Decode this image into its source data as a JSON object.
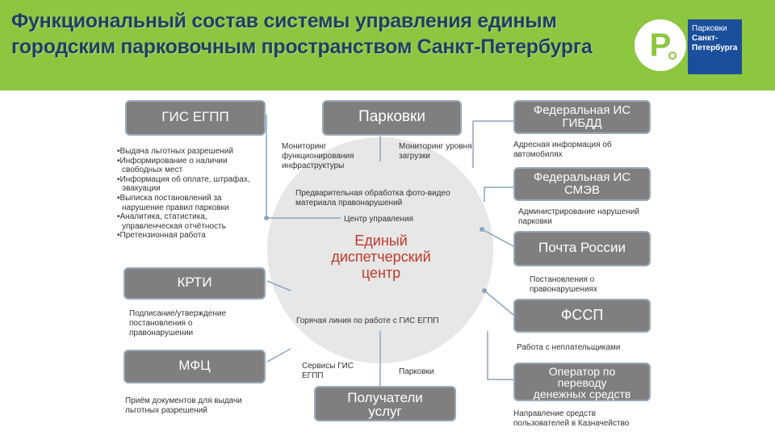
{
  "header": {
    "title_line1": "Функциональный состав системы управления единым",
    "title_line2": "городским парковочным пространством Санкт-Петербурга",
    "logo_letter": "P",
    "logo_text": [
      "Парковки",
      "Санкт-",
      "Петербурга"
    ],
    "colors": {
      "band": "#8dc63f",
      "title": "#1f3f63",
      "logo_box": "#1b4e9b"
    }
  },
  "nodes": {
    "gis": "ГИС ЕГПП",
    "parking": "Парковки",
    "gibdd": [
      "Федеральная ИС",
      "ГИБДД"
    ],
    "smev": [
      "Федеральная ИС",
      "СМЭВ"
    ],
    "post": "Почта России",
    "fssp": "ФССП",
    "operator": [
      "Оператор по",
      "переводу",
      "денежных средств"
    ],
    "krti": "КРТИ",
    "mfc": "МФЦ",
    "recipients": [
      "Получатели",
      "услуг"
    ]
  },
  "center": {
    "title": [
      "Единый",
      "диспетчерский",
      "центр"
    ],
    "monitoring_infra": [
      "Мониторинг",
      "функционирования",
      "инфраструктуры"
    ],
    "monitoring_load": [
      "Мониторинг уровня",
      "загрузки"
    ],
    "preprocessing": [
      "Предварительная обработка фото-видео",
      "материала правонарушений"
    ],
    "control_center": "Центр управления",
    "hotline": "Горячая линия по работе с ГИС ЕГПП",
    "gis_services": [
      "Сервисы ГИС",
      "ЕГПП"
    ],
    "parking_small": "Парковки"
  },
  "gis_functions": [
    "•Выдача льготных разрешений",
    "•Информирование о наличии",
    "  свободных мест",
    "•Информация об оплате, штрафах,",
    "  эвакуации",
    "•Выписка постановлений за",
    "  нарушение правил парковки",
    "•Аналитика, статистика,",
    "  управленческая отчётность",
    "•Претензионная работа"
  ],
  "labels": {
    "gibdd_desc": [
      "Адресная информация об",
      "автомобилях"
    ],
    "smev_desc": [
      "Администрирование нарушений",
      "парковки"
    ],
    "post_desc": [
      "Постановления о",
      "правонарушениях"
    ],
    "fssp_desc": "Работа с неплательщиками",
    "operator_desc": [
      "Направление средств",
      "пользователей в Казначейство"
    ],
    "krti_desc": [
      "Подписание/утверждение",
      "постановления о",
      "правонарушении"
    ],
    "mfc_desc": [
      "Приём документов для выдачи",
      "льготных разрешений"
    ]
  }
}
